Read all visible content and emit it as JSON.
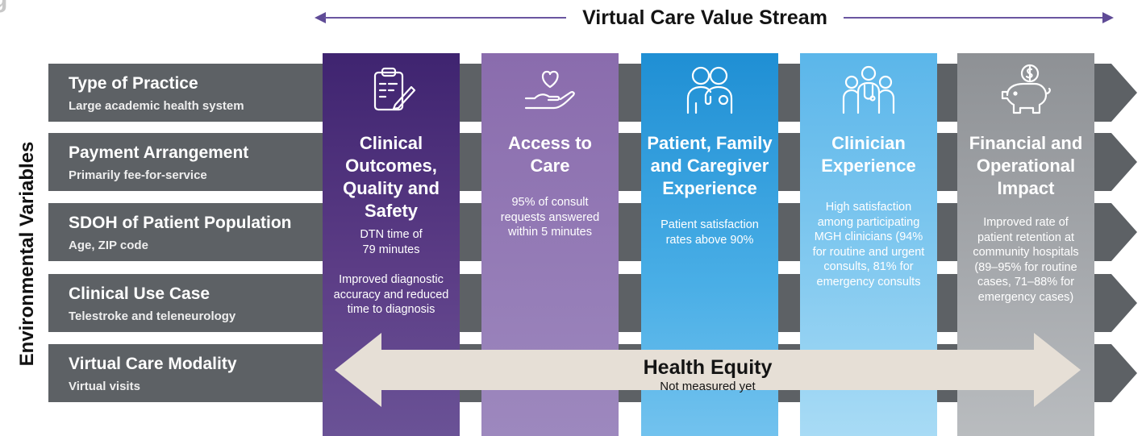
{
  "header": {
    "title": "Virtual Care Value Stream",
    "partial_text": "g"
  },
  "side_label": "Environmental Variables",
  "rows": [
    {
      "title": "Type of Practice",
      "subtitle": "Large academic health system"
    },
    {
      "title": "Payment Arrangement",
      "subtitle": "Primarily fee-for-service"
    },
    {
      "title": "SDOH of Patient Population",
      "subtitle": "Age, ZIP code"
    },
    {
      "title": "Clinical Use Case",
      "subtitle": "Telestroke and teleneurology"
    },
    {
      "title": "Virtual Care Modality",
      "subtitle": "Virtual visits"
    }
  ],
  "columns": [
    {
      "icon": "clipboard-check-icon",
      "title_lines": [
        "Clinical",
        "Outcomes,",
        "Quality and",
        "Safety"
      ],
      "desc1_lines": [
        "DTN time of",
        "79 minutes"
      ],
      "desc2_lines": [
        "Improved diagnostic",
        "accuracy and reduced",
        "time to diagnosis"
      ],
      "color": "#4a2d7a"
    },
    {
      "icon": "heart-hand-icon",
      "title_lines": [
        "Access to",
        "Care"
      ],
      "desc1_lines": [
        "95% of consult",
        "requests answered",
        "within 5 minutes"
      ],
      "color": "#9079b4"
    },
    {
      "icon": "family-icon",
      "title_lines": [
        "Patient, Family",
        "and Caregiver",
        "Experience"
      ],
      "desc1_lines": [
        "Patient satisfaction",
        "rates above 90%"
      ],
      "color": "#2e9ad9"
    },
    {
      "icon": "clinicians-icon",
      "title_lines": [
        "Clinician",
        "Experience"
      ],
      "desc1_lines": [
        "High satisfaction",
        "among participating",
        "MGH clinicians (94%",
        "for routine and urgent",
        "consults, 81% for",
        "emergency consults"
      ],
      "color": "#6cbdec"
    },
    {
      "icon": "piggy-bank-icon",
      "title_lines": [
        "Financial and",
        "Operational",
        "Impact"
      ],
      "desc1_lines": [
        "Improved rate of",
        "patient retention at",
        "community hospitals",
        "(89–95% for routine",
        "cases, 71–88% for",
        "emergency cases)"
      ],
      "color": "#9a9da1"
    }
  ],
  "equity": {
    "title": "Health Equity",
    "subtitle": "Not measured yet"
  }
}
